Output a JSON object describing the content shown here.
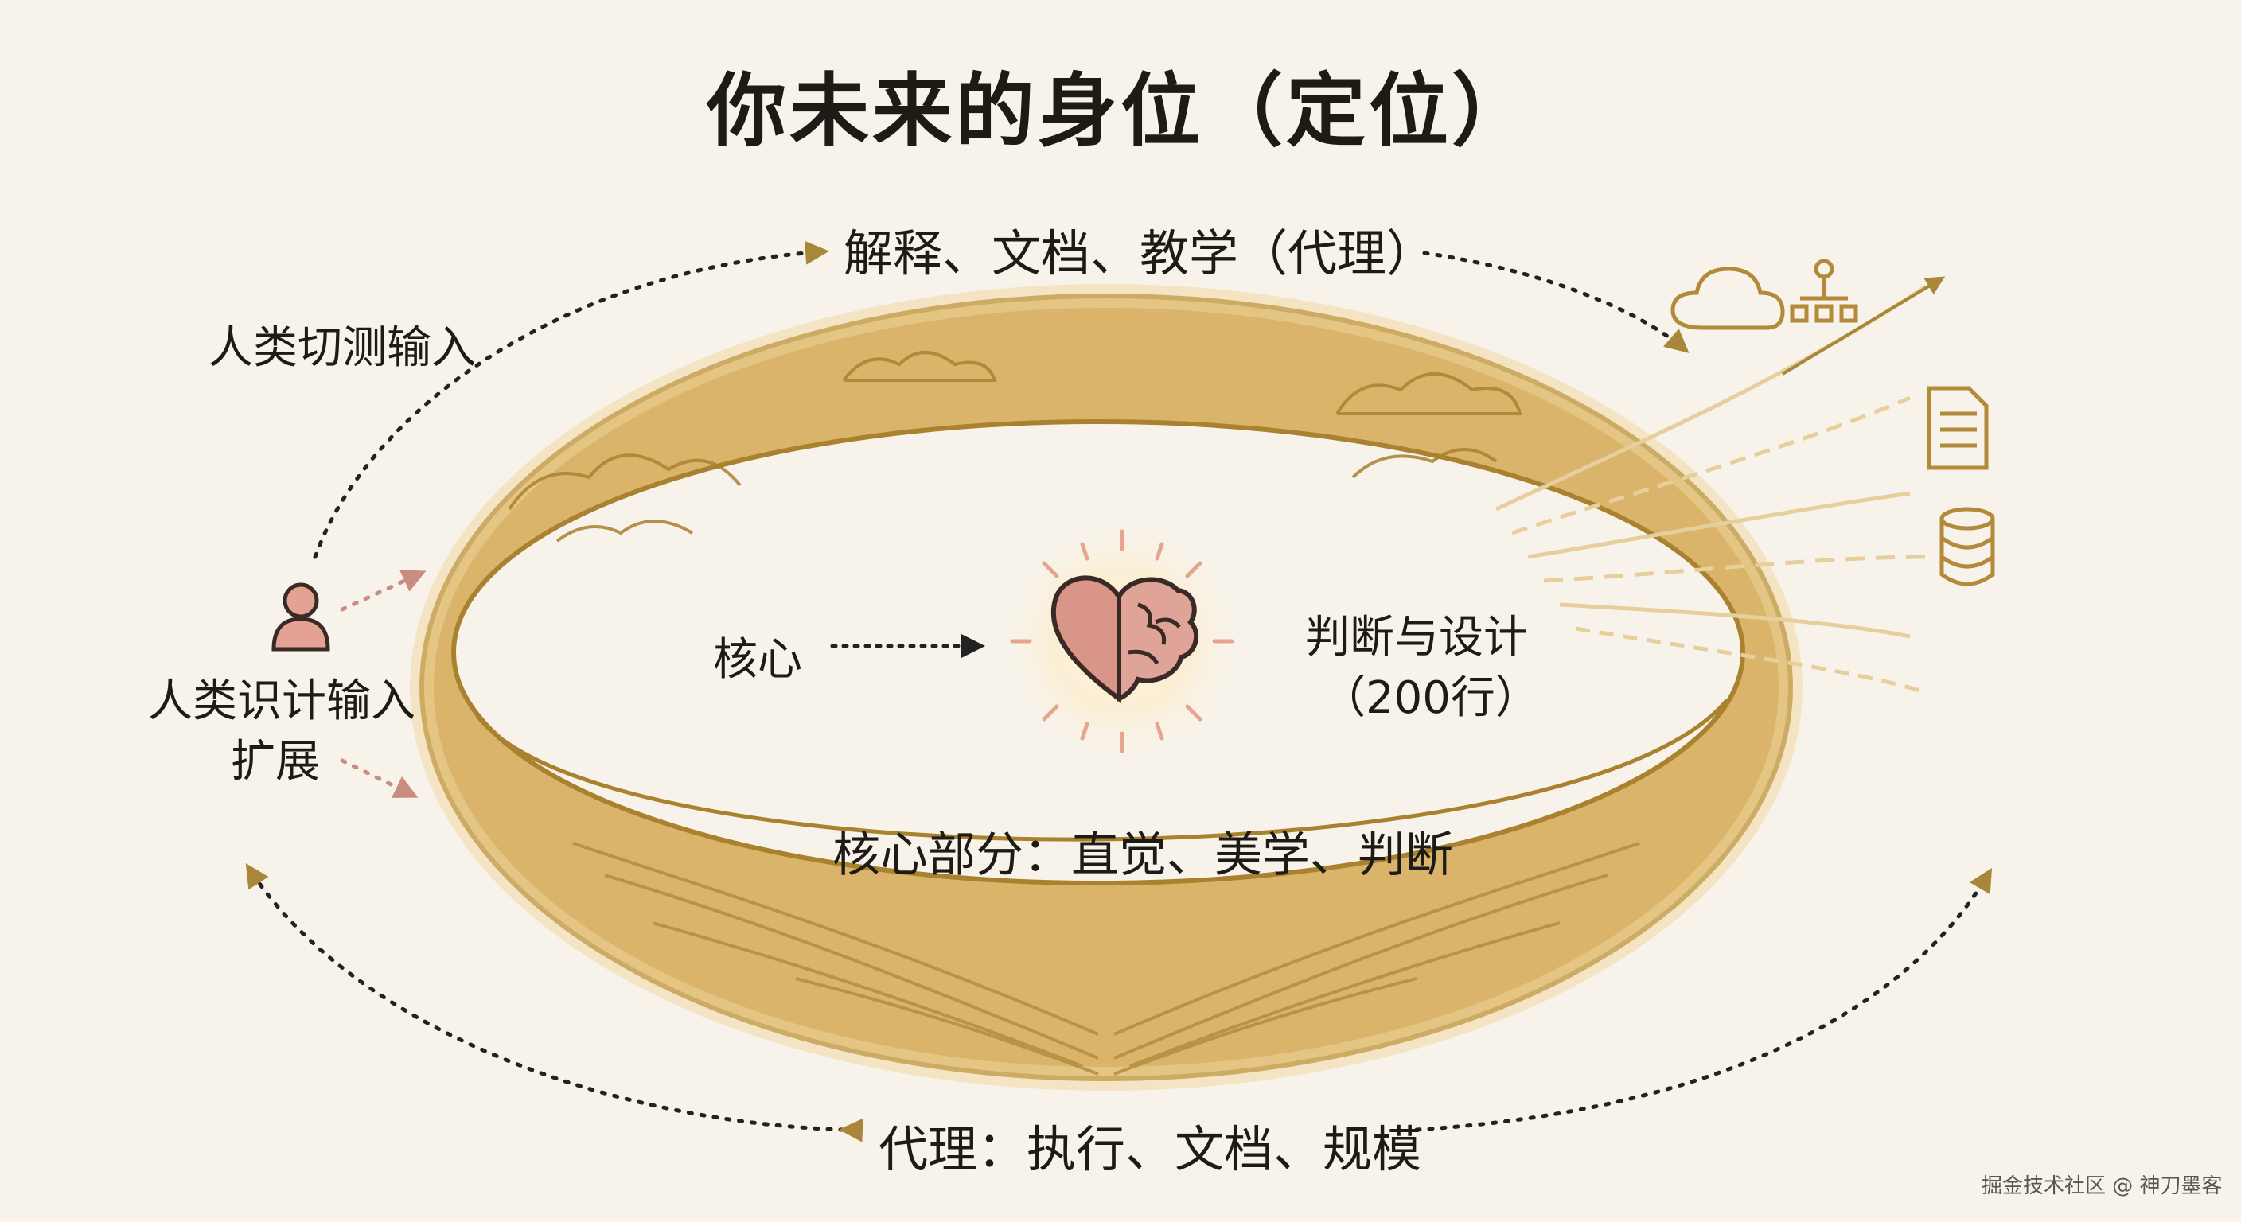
{
  "title": "你未来的身位（定位）",
  "labels": {
    "top_arc": "解释、文档、教学（代理）",
    "cut_input": "人类切测输入",
    "human_input_line1": "人类识计输入",
    "human_input_line2": "扩展",
    "core": "核心",
    "judgment_line1": "判断与设计",
    "judgment_line2": "（200行）",
    "core_parts": "核心部分：直觉、美学、判断",
    "bottom": "代理：执行、文档、规模"
  },
  "watermark": "掘金技术社区 @ 神刀墨客",
  "icons": [
    "person-icon",
    "heart-brain-icon",
    "cloud-icon",
    "org-chart-icon",
    "document-icon",
    "database-icon"
  ],
  "colors": {
    "background": "#f8f3ea",
    "ring": "#dfbd74",
    "ring_outline": "#b88f3a",
    "accent_arrow": "#a8873a",
    "pink_arrow": "#c98d80",
    "heart": "#d99587",
    "text": "#1e1a16"
  }
}
